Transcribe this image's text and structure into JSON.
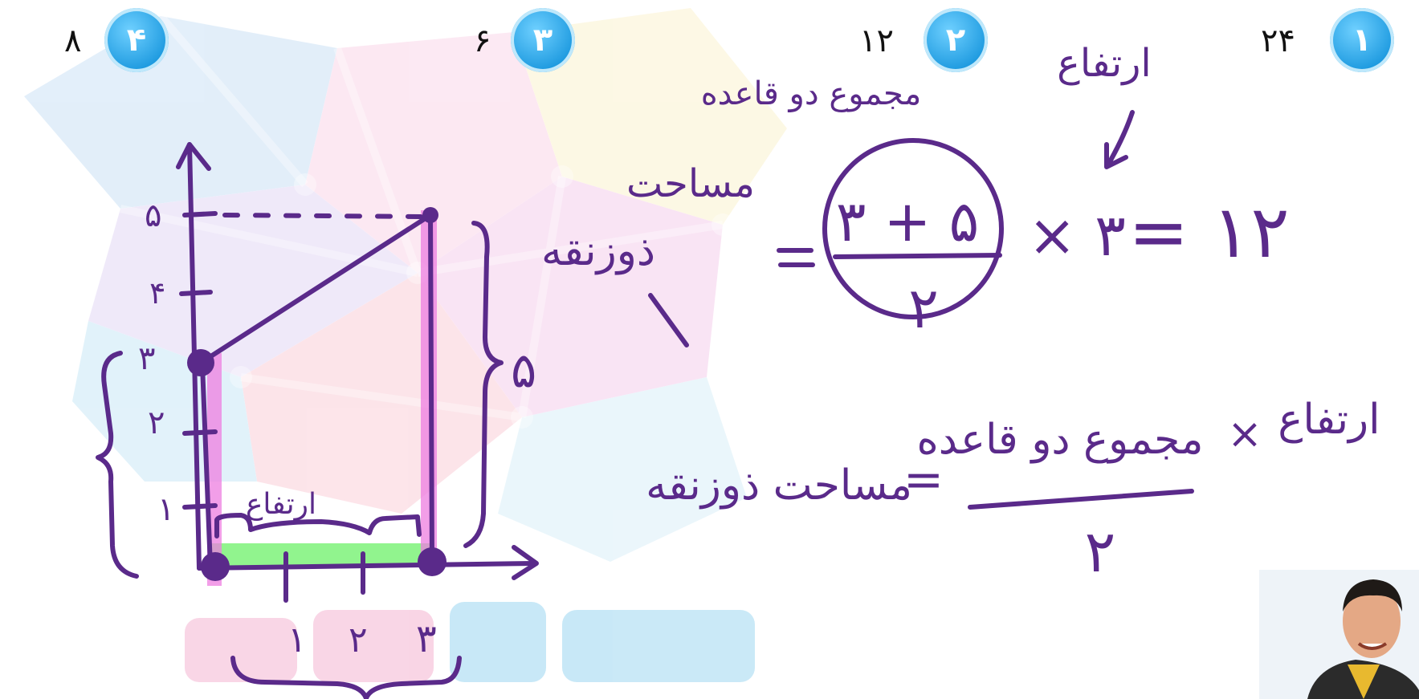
{
  "answer_options": [
    {
      "number": "۱",
      "value": "۲۴"
    },
    {
      "number": "۲",
      "value": "۱۲"
    },
    {
      "number": "۳",
      "value": "۶"
    },
    {
      "number": "۴",
      "value": "۸"
    }
  ],
  "graph": {
    "y_ticks": [
      "۱",
      "۲",
      "۳",
      "۴",
      "۵"
    ],
    "x_ticks": [
      "۱",
      "۲",
      "۳"
    ],
    "height_note": "ارتفاع",
    "right_side_length": "۵"
  },
  "formula_specific": {
    "heading_sum_of_bases": "مجموع دو قاعده",
    "heading_height": "ارتفاع",
    "area_label_line1": "مساحت",
    "area_label_line2": "ذوزنقه",
    "numerator": "۳ + ۵",
    "denominator": "۲",
    "multiplier": "× ۳",
    "result": "= ۱۲"
  },
  "formula_general": {
    "area_label": "مساحت ذوزنقه",
    "equals": "=",
    "numerator": "مجموع دو قاعده",
    "times": "×",
    "height": "ارتفاع",
    "denominator": "۲"
  },
  "colors": {
    "ink": "#5a2a8a",
    "badge": "#1f9be0",
    "highlight_green": "#7ef27a",
    "highlight_pink": "#ee7de0"
  }
}
